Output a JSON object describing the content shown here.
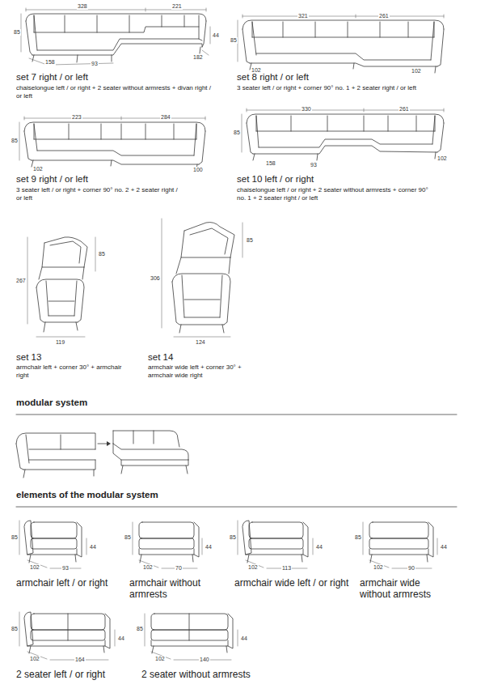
{
  "diagram": {
    "labels": [
      "328",
      "221",
      "85",
      "44",
      "158",
      "93",
      "182",
      "set 7 right / or left",
      "chaiselongue left / or right + 2 seater without armrests + divan right / or left",
      "321",
      "261",
      "85",
      "102",
      "102",
      "set 8 right / or left",
      "3 seater left / or right + corner 90° no. 1 + 2 seater right / or left",
      "223",
      "284",
      "85",
      "102",
      "100",
      "set 9 right / or left",
      "3 seater left / or right + corner 90° no. 2 + 2 seater right / or left",
      "330",
      "261",
      "85",
      "158",
      "93",
      "102",
      "set 10 left / or right",
      "chaiselongue left / or right + 2 seater without armrests + corner 90° no. 1 + 2 seater right / or left",
      "85",
      "267",
      "119",
      "set 13",
      "armchair left + corner 30° + armchair right",
      "85",
      "306",
      "124",
      "set 14",
      "armchair wide left + corner 30° + armchair wide right",
      "modular system",
      "elements of the modular system",
      "85",
      "44",
      "102",
      "93",
      "armchair left / or right",
      "85",
      "44",
      "102",
      "70",
      "armchair without armrests",
      "85",
      "44",
      "102",
      "113",
      "armchair wide left / or right",
      "85",
      "44",
      "102",
      "90",
      "armchair wide without armrests",
      "85",
      "44",
      "102",
      "164",
      "2 seater left / or right",
      "85",
      "44",
      "102",
      "140",
      "2 seater without armrests"
    ]
  }
}
